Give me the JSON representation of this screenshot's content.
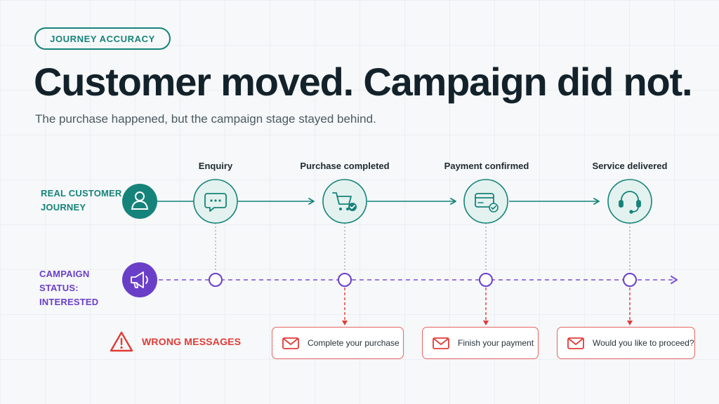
{
  "header": {
    "badge": "JOURNEY ACCURACY",
    "title": "Customer moved. Campaign did not.",
    "subtitle": "The purchase happened, but the campaign stage stayed behind."
  },
  "rows": {
    "real_journey": "REAL CUSTOMER JOURNEY",
    "campaign_status": "CAMPAIGN STATUS: INTERESTED"
  },
  "stages": [
    {
      "label": "Enquiry",
      "icon": "chat-bubble-icon"
    },
    {
      "label": "Purchase completed",
      "icon": "cart-check-icon"
    },
    {
      "label": "Payment confirmed",
      "icon": "card-check-icon"
    },
    {
      "label": "Service delivered",
      "icon": "headset-icon"
    }
  ],
  "wrong_messages": {
    "label": "WRONG MESSAGES",
    "items": [
      "Complete your purchase",
      "Finish your payment",
      "Would you like to proceed?"
    ]
  },
  "colors": {
    "teal": "#16837a",
    "purple": "#6a3fc8",
    "red": "#e23b36"
  }
}
